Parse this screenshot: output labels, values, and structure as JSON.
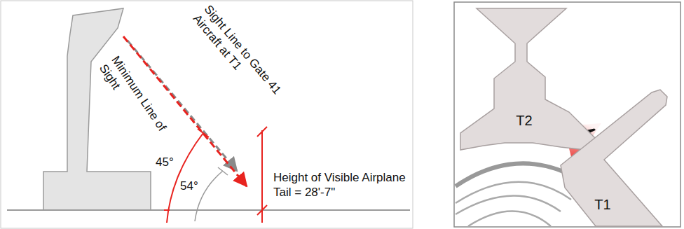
{
  "diagram": {
    "nodes": [
      {
        "text": [
          "T2"
        ]
      },
      {
        "text": [
          "T1"
        ]
      }
    ],
    "labels": [
      "Sight Line to Gate 41 Aircraft at T1",
      "Minimum Line of Sight",
      "45°",
      "54°",
      "Height of Visible Airplane Tail = 28'-7\""
    ]
  }
}
